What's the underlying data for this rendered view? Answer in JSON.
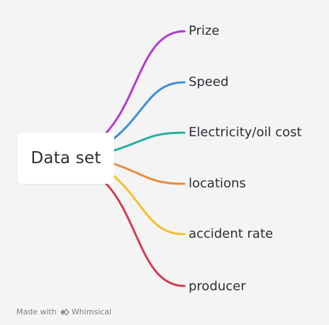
{
  "root": {
    "label": "Data set"
  },
  "branches": [
    {
      "label": "Prize",
      "color": "#b03bd0"
    },
    {
      "label": "Speed",
      "color": "#3a8edb"
    },
    {
      "label": "Electricity/oil cost",
      "color": "#23b0a0"
    },
    {
      "label": "locations",
      "color": "#ea8b3c"
    },
    {
      "label": "accident rate",
      "color": "#f0c02e"
    },
    {
      "label": "producer",
      "color": "#cf3d55"
    }
  ],
  "footer": {
    "made_with": "Made with",
    "brand": "Whimsical",
    "brand_icon": "whimsical-logo-icon"
  }
}
